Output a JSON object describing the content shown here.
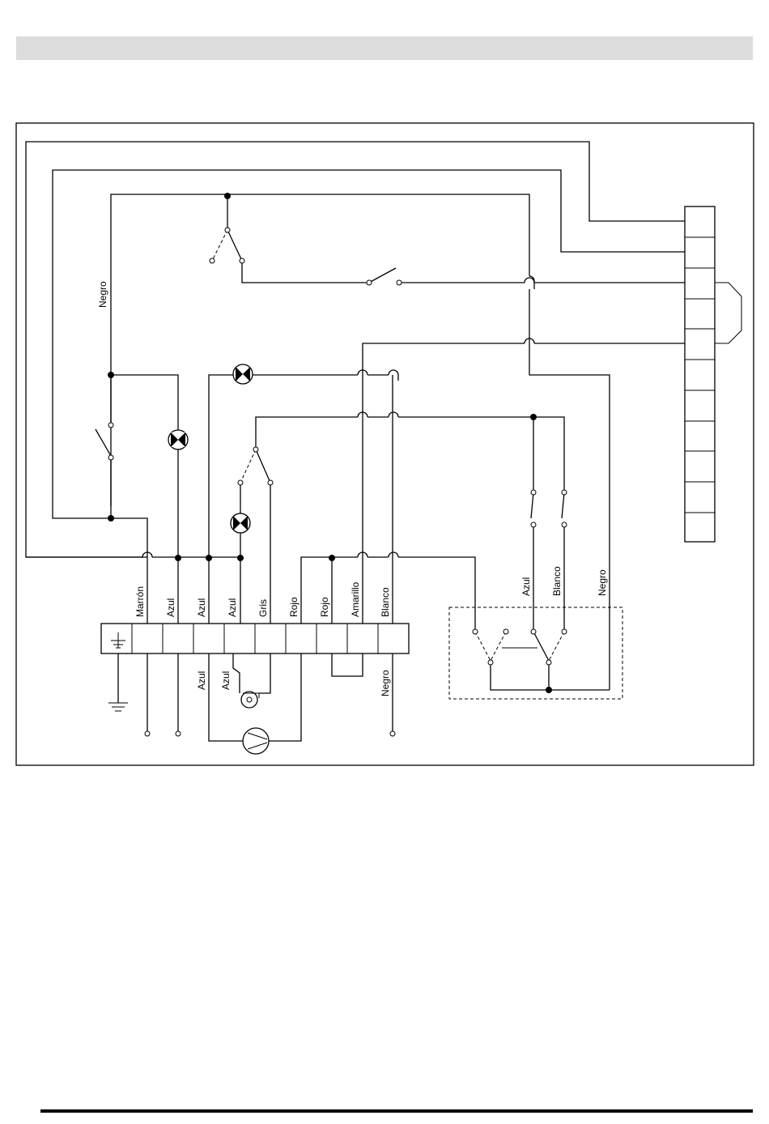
{
  "wire_labels": {
    "negro_top": "Negro",
    "marron": "Marrón",
    "azul_1": "Azul",
    "azul_2": "Azul",
    "azul_3": "Azul",
    "gris": "Gris",
    "rojo_1": "Rojo",
    "rojo_2": "Rojo",
    "amarillo": "Amarillo",
    "blanco": "Blanco",
    "azul_lower": "Azul",
    "azul_lower_2": "Azul",
    "negro_lower": "Negro",
    "azul_right": "Azul",
    "blanco_right": "Blanco",
    "negro_right": "Negro"
  }
}
